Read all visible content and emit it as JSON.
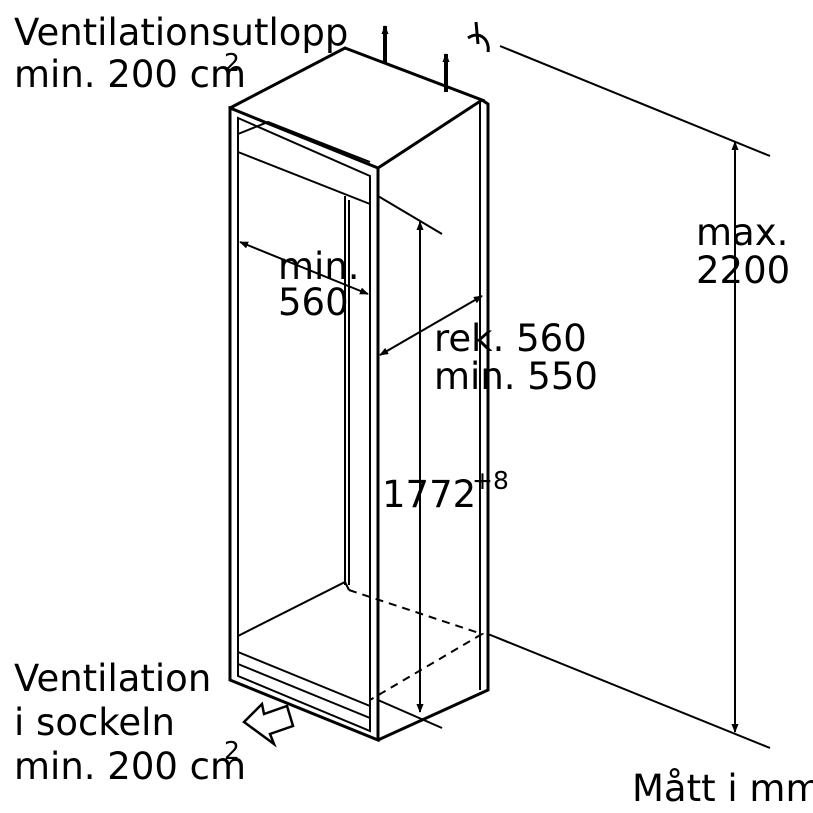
{
  "labels": {
    "vent_top_line1": "Ventilationsutlopp",
    "vent_top_line2": "min. 200 cm",
    "vent_top_sup": "2",
    "width_min": "min.",
    "width_value": "560",
    "depth_rec": "rek. 560",
    "depth_min": "min. 550",
    "height_value": "1772",
    "height_tol": "+8",
    "max_label": "max.",
    "max_value": "2200",
    "vent_bottom_line1": "Ventilation",
    "vent_bottom_line2": "i sockeln",
    "vent_bottom_line3": "min. 200 cm",
    "vent_bottom_sup": "2",
    "units_note": "Mått i mm"
  }
}
